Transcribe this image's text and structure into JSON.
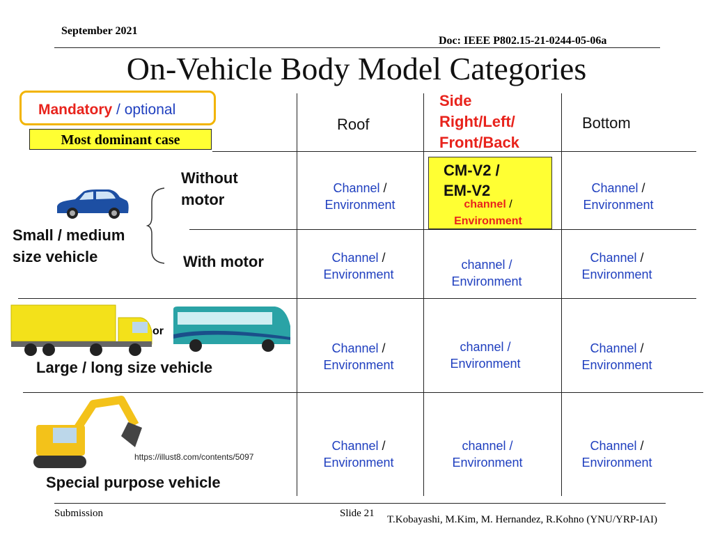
{
  "header": {
    "date": "September 2021",
    "doc": "Doc: IEEE P802.15-21-0244-05-06a",
    "title": "On-Vehicle Body Model Categories"
  },
  "legend": {
    "mandatory": "Mandatory",
    "sep": " / ",
    "optional": "optional",
    "dominant": "Most dominant case"
  },
  "columns": {
    "roof": "Roof",
    "side_1": "Side",
    "side_2": "Right/Left/",
    "side_3": "Front/Back",
    "bottom": "Bottom"
  },
  "rows": {
    "small": "Small / medium",
    "small2": "size vehicle",
    "without_motor_1": "Without",
    "without_motor_2": "motor",
    "with_motor": "With motor",
    "or": "or",
    "large": "Large / long size vehicle",
    "special": "Special purpose vehicle",
    "credit": "https://illust8.com/contents/5097"
  },
  "cells": {
    "channel_cap": "Channel",
    "channel_low": "channel",
    "slash": " /",
    "environment": "Environment",
    "cm_v2": "CM-V2 /",
    "em_v2": "EM-V2"
  },
  "colors": {
    "mandatory": "#e8231c",
    "optional": "#1f3fbf",
    "highlight": "#ffff33",
    "legend_border": "#f2b400"
  },
  "footer": {
    "submission": "Submission",
    "slide": "Slide 21",
    "authors": "T.Kobayashi, M.Kim, M. Hernandez, R.Kohno (YNU/YRP-IAI)"
  }
}
